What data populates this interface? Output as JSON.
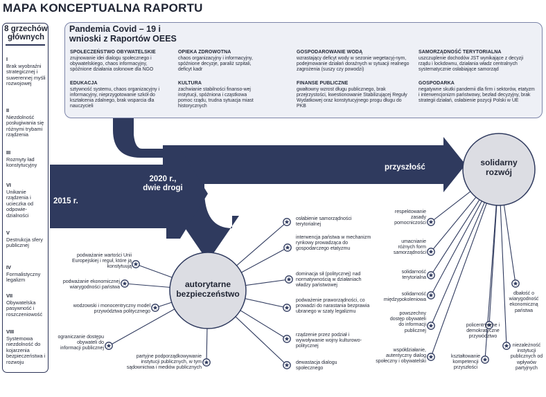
{
  "title": "MAPA KONCEPTUALNA RAPORTU",
  "sins": {
    "title": "8 grzechów głównych",
    "items": [
      {
        "num": "I",
        "text": "Brak wyobraźni strategicznej i suwerennej myśli rozwojowej"
      },
      {
        "num": "II",
        "text": "Niezdolność posługiwania się różnymi trybami rządzenia"
      },
      {
        "num": "III",
        "text": "Rozmyty ład konstytucyjny"
      },
      {
        "num": "VI",
        "text": "Unikanie rządzenia i ucieczka od odpowie-dzialności"
      },
      {
        "num": "V",
        "text": "Destrukcja sfery publicznej"
      },
      {
        "num": "IV",
        "text": "Formalistyczny legalizm"
      },
      {
        "num": "VII",
        "text": "Obywatelska pasywność i roszczeniowość"
      },
      {
        "num": "VIII",
        "text": "Systemowa niezdolność do kojarzenia bezpieczeństwa i rozwoju"
      }
    ]
  },
  "panel": {
    "title": "Pandemia Covid – 19 i wnioski z Raportów OEES",
    "categories": [
      {
        "heading": "SPOŁECZEŃSTWO OBYWATELSKIE",
        "text": "zrujnowanie idei dialogu społecznego i obywatelskiego, chaos informacyjny, spóźnione działania osłonowe dla NGO"
      },
      {
        "heading": "EDUKACJA",
        "text": "sztywność systemu, chaos organizacyjny i informacyjny, nieprzygotowanie szkół do kształcenia zdalnego, brak wsparcia dla nauczycieli"
      },
      {
        "heading": "OPIEKA ZDROWOTNA",
        "text": "chaos organizacyjny i informacyjny, spóźnione decyzje, paraliż szpitali, deficyt kadr"
      },
      {
        "heading": "KULTURA",
        "text": "zachwianie stabilności finanso-wej instytucji, spóźniona i cząstkowa pomoc rządu, trudna sytuacja miast historycznych"
      },
      {
        "heading": "GOSPODAROWANIE WODĄ",
        "text": "wzrastający deficyt wody w sezonie wegetacyj-nym, podejmowanie działań doraźnych w sytuacji realnego zagrożenia (suszy czy powodzi)"
      },
      {
        "heading": "FINANSE PUBLICZNE",
        "text": "gwałtowny wzrost długu publicznego, brak przejrzystości, kwestionowanie Stabilizującej Reguły Wydatkowej oraz konstytucyjnego progu długu do PKB"
      },
      {
        "heading": "SAMORZĄDNOŚĆ TERYTORIALNA",
        "text": "uszczuplenie dochodów JST wynikające z decyzji rządu i lockdownu, działania władz centralnych systematycznie osłabiające samorząd"
      },
      {
        "heading": "GOSPODARKA",
        "text": "negatywne skutki pandemii dla firm i sektorów, etatyzm i interwencjonizm państwowy, bezład decyzyjny, brak strategii działań, osłabienie pozycji Polski w UE"
      }
    ]
  },
  "flow": {
    "year_2015": "2015 r.",
    "year_2020": "2020 r., dwie drogi",
    "future": "przyszłość"
  },
  "auth": {
    "title": "autorytarne bezpieczeństwo",
    "left": [
      "podważanie wartości Unii Europejskiej i reguł, które ją konstytuują",
      "podważanie ekonomicznej wiarygodności państwa",
      "wodzowski i monocentryczny model przywództwa politycznego",
      "ograniczanie dostępu obywateli do informacji publicznej",
      "partyjne podporządkowywanie instytucji publicznych, w tym sądownictwa i mediów publicznych"
    ],
    "right": [
      "osłabienie samorządności terytorialnej",
      "interwencja państwa w mechanizm rynkowy prowadząca do gospodarczego etatyzmu",
      "dominacja sił (politycznej) nad normatywnością w działaniach władzy państwowej",
      "podważenie praworządności, co prowadzi do narastania bezprawia ubranego w szaty legalizmu",
      "rządzenie przez podział i wywoływanie wojny kulturowo-politycznej",
      "dewastacja dialogu społecznego"
    ]
  },
  "solid": {
    "title": "solidarny rozwój",
    "items": [
      "respektowanie zasady pomocniczości",
      "umacnianie różnych form samorządności",
      "solidarność terytorialna",
      "solidarność międzypokoleniowa",
      "powszechny dostęp obywateli do informacji publicznej",
      "współdziałanie, autentyczny dialog społeczny i obywatelski",
      "kształtowanie kompetencji przyszłości",
      "policentryczne i demokratyczne przywództwo",
      "dbałość o wiarygodność ekonomiczną państwa",
      "niezależność instytucji publicznych od wpływów partyjnych"
    ]
  },
  "colors": {
    "navy": "#2f3a5e",
    "panel_bg": "#eef0f6",
    "circle_bg": "#dcdde3"
  }
}
